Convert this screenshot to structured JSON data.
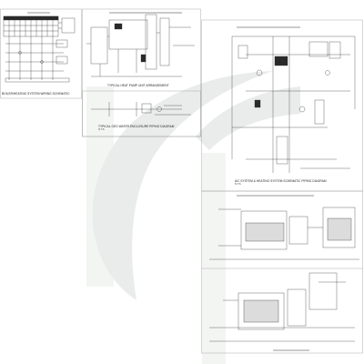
{
  "sheet": {
    "background": "#ffffff",
    "line_color": "#2a2a2a",
    "watermark_color": "#e9ecea",
    "frame_color": "#9a9a9a"
  },
  "panels": {
    "heating_wiring": {
      "title": "BOILER/HEATING SYSTEM WIRING SCHEMATIC"
    },
    "heat_pump": {
      "title": "TYPICAL HEAT PUMP UNIT ARRANGEMENT"
    },
    "geo_water": {
      "title": "TYPICAL GEO WATER ENCLOSURE PIPING DIAGRAM",
      "scale": "N.T.S."
    },
    "ac_heating": {
      "title": "A/C SYSTEM & HEATING SYSTEM SCHEMATIC PIPING DIAGRAM",
      "scale": "N.T.S."
    }
  }
}
